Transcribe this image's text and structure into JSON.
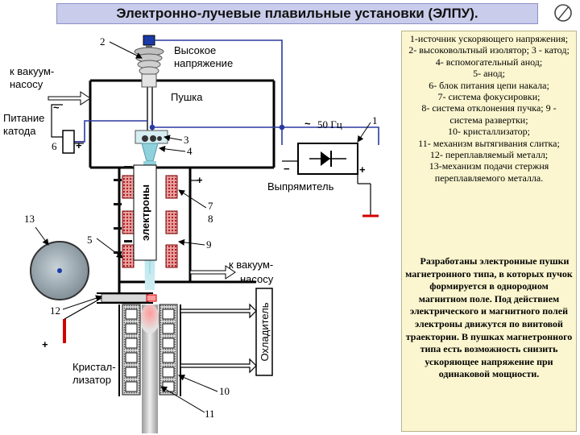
{
  "title": "Электронно-лучевые плавильные установки (ЭЛПУ).",
  "labels": {
    "vacuum_pump_left": [
      "к вакуум-",
      "насосу"
    ],
    "high_voltage": [
      "Высокое",
      "напряжение"
    ],
    "gun": "Пушка",
    "cathode_power": [
      "Питание",
      "катода"
    ],
    "freq": "50 Гц",
    "rectifier": "Выпрямитель",
    "electrons": "электроны",
    "vacuum_pump_right": [
      "к вакуум-",
      "насосу"
    ],
    "cooler": "Охладитель",
    "crystallizer": [
      "Кристал-",
      "лизатор"
    ],
    "ac_symbol": "~",
    "plus": "+",
    "minus": "−"
  },
  "numbers": {
    "n1": "1",
    "n2": "2",
    "n3": "3",
    "n4": "4",
    "n5": "5",
    "n6": "6",
    "n7": "7",
    "n8": "8",
    "n9": "9",
    "n10": "10",
    "n11": "11",
    "n12": "12",
    "n13": "13"
  },
  "legend": [
    "1-источник ускоряющего напряжения;",
    "2- высоковольтный изолятор; 3 - катод;",
    "4- вспомогательный анод;",
    "5- анод;",
    "6- блок питания цепи накала;",
    "7- система фокусировки;",
    "8- система отклонения пучка; 9 - система развертки;",
    "10- кристаллизатор;",
    "11- механизм вытягивания слитка;",
    "12- переплавляемый металл;",
    "13-механизм подачи стержня переплавляемого металла."
  ],
  "paragraph": "Разработаны электронные пушки магнетронного типа, в которых пучок формируется в однородном магнитном поле. Под действием электрического и магнитного полей электроны движутся по винтовой траектории. В пушках магнетронного типа есть возможность снизить ускоряющее напряжение при одинаковой мощности.",
  "colors": {
    "title_bg": "#c9ccea",
    "panel_bg": "#fbf6cf",
    "wire_blue": "#2b3aa0",
    "polarity_red": "#d40000",
    "coil_red": "#c81818",
    "chamber": "#000000"
  }
}
